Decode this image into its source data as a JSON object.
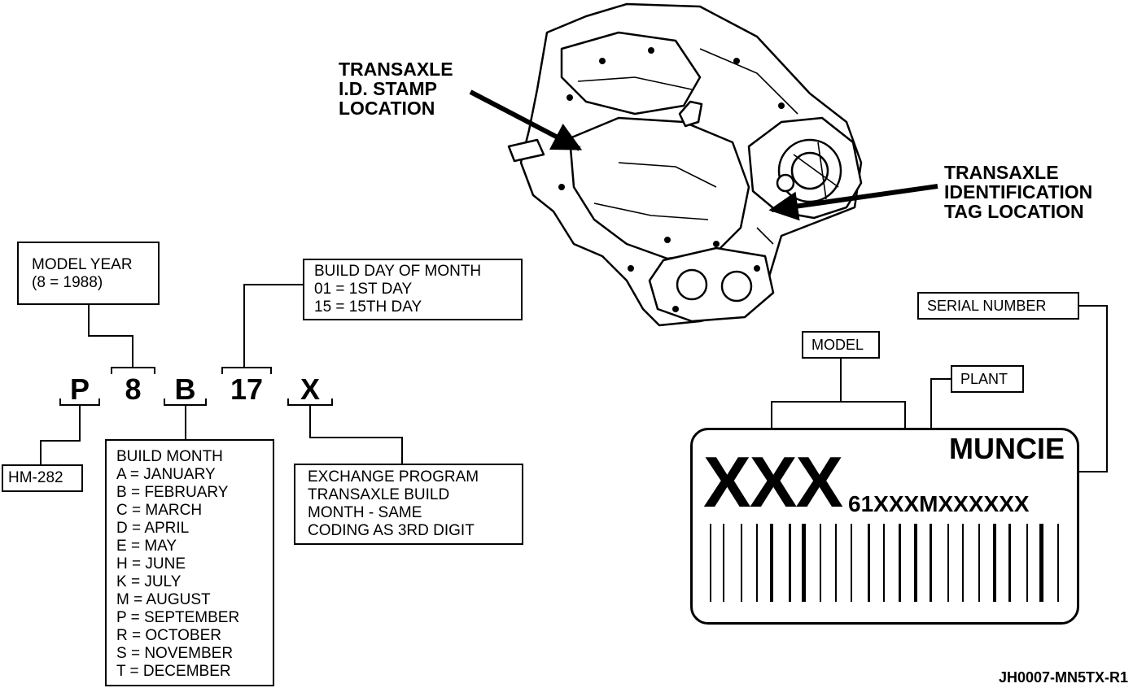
{
  "transaxle_callouts": {
    "stamp_location": [
      "TRANSAXLE",
      "I.D. STAMP",
      "LOCATION"
    ],
    "tag_location": [
      "TRANSAXLE",
      "IDENTIFICATION",
      "TAG LOCATION"
    ]
  },
  "code_digits": [
    "P",
    "8",
    "B",
    "17",
    "X"
  ],
  "model_year_box": [
    "MODEL YEAR",
    "(8 = 1988)"
  ],
  "build_day_box": [
    "BUILD DAY OF MONTH",
    "01 = 1ST DAY",
    "15 = 15TH DAY"
  ],
  "hm_box": "HM-282",
  "build_month_box": [
    "BUILD MONTH",
    "A = JANUARY",
    "B = FEBRUARY",
    "C = MARCH",
    "D = APRIL",
    "E = MAY",
    "H = JUNE",
    "K = JULY",
    "M = AUGUST",
    "P = SEPTEMBER",
    "R = OCTOBER",
    "S = NOVEMBER",
    "T = DECEMBER"
  ],
  "exchange_box": [
    "EXCHANGE PROGRAM",
    "TRANSAXLE BUILD",
    "MONTH - SAME",
    "CODING AS 3RD DIGIT"
  ],
  "tag_labels": {
    "serial": "SERIAL NUMBER",
    "model": "MODEL",
    "plant": "PLANT"
  },
  "tag": {
    "model_code": "XXX",
    "plant_name": "MUNCIE",
    "number_prefix": "61XXX",
    "number_m": "M",
    "serial_code": "XXXXXX"
  },
  "figure_ref": "JH0007-MN5TX-R1"
}
